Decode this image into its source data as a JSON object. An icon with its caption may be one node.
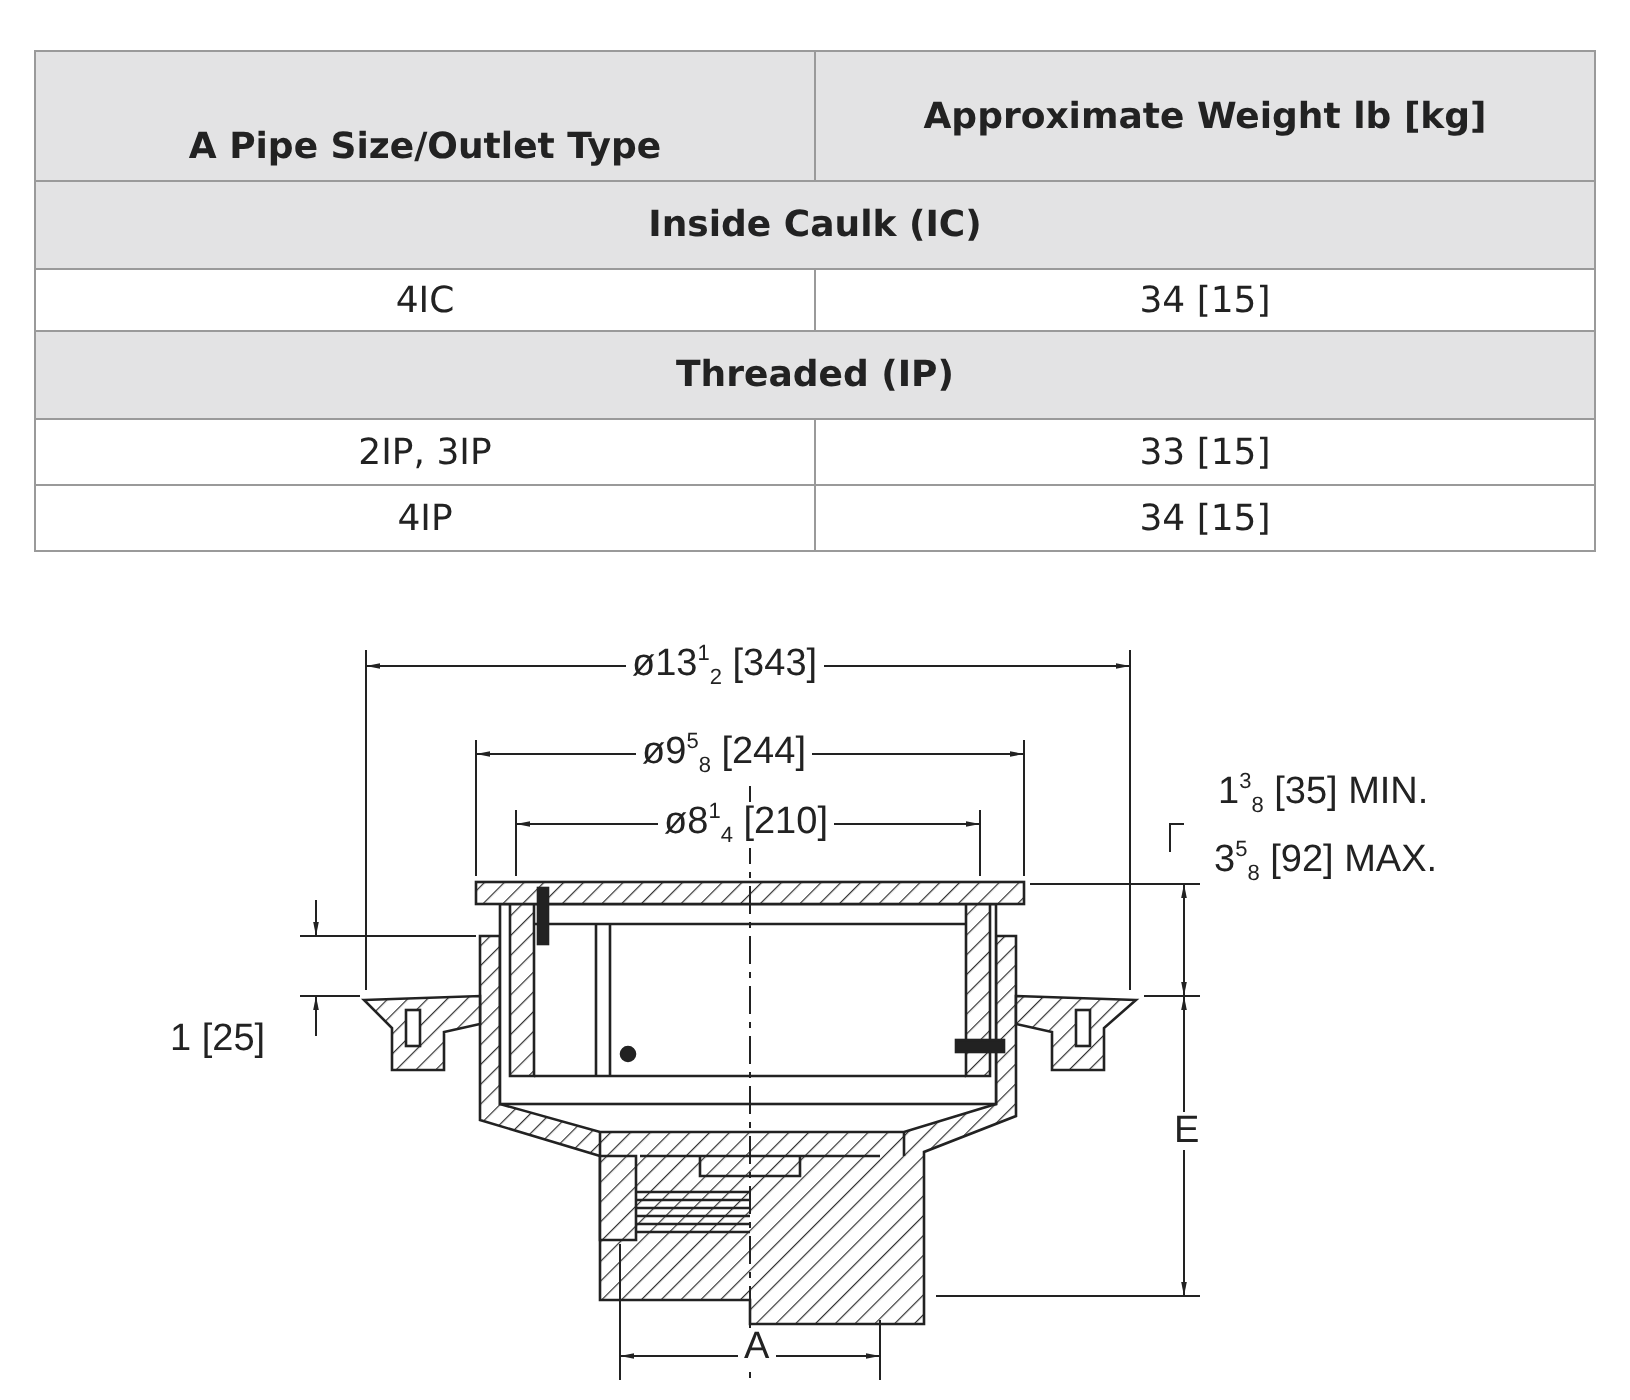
{
  "diagram": {
    "labels": [
      "A Pipe Size/Outlet Type",
      "Approximate Weight lb [kg]",
      "Inside Caulk (IC)",
      "4IC",
      "34 [15]",
      "Threaded (IP)",
      "2IP, 3IP",
      "33 [15]",
      "4IP",
      "34 [15]",
      "ø13$^{1}$$_{2}$ [343]",
      "ø9$^{5}$$_{8}$ [244]",
      "ø8$^{1}$$_{4}$ [210]",
      "1$^{3}$$_{8}$ [35] MIN.",
      "3$^{5}$$_{8}$ [92] MAX.",
      "1 [25]",
      "E",
      "A"
    ]
  }
}
